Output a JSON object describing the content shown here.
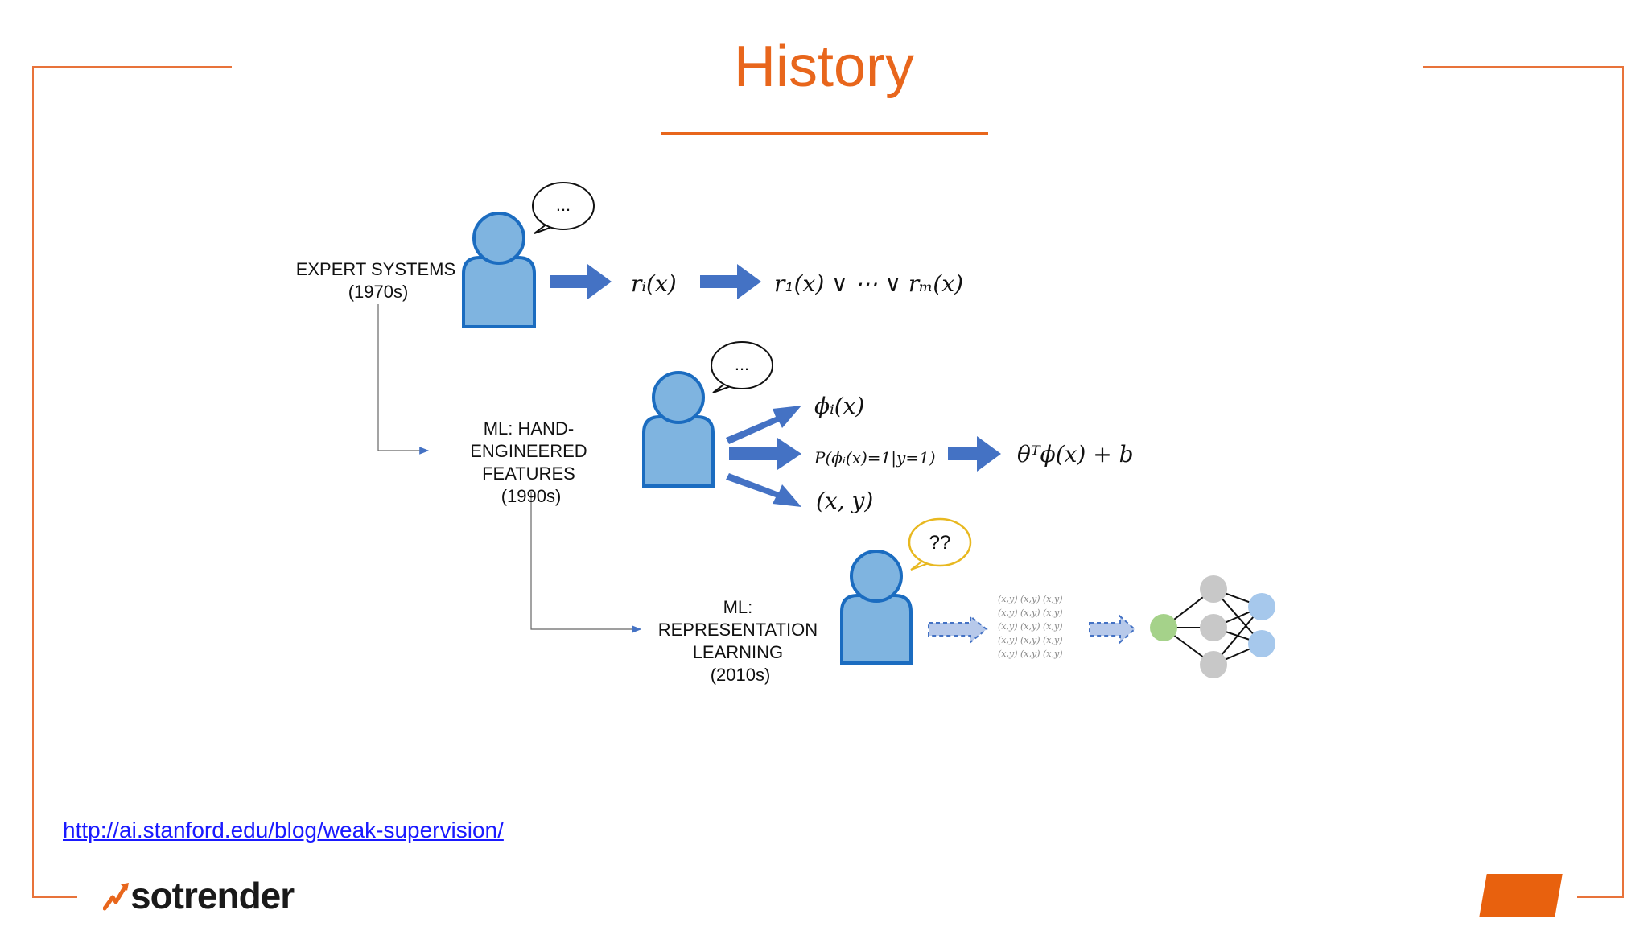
{
  "title": "History",
  "stages": [
    {
      "label_lines": [
        "EXPERT SYSTEMS",
        "(1970s)"
      ]
    },
    {
      "label_lines": [
        "ML: HAND-",
        "ENGINEERED",
        "FEATURES",
        "(1990s)"
      ]
    },
    {
      "label_lines": [
        "ML:",
        "REPRESENTATION",
        "LEARNING",
        "(2010s)"
      ]
    }
  ],
  "bubbles": [
    "...",
    "...",
    "??"
  ],
  "expressions": {
    "rule": "rᵢ(x)",
    "disjunction": "r₁(x) ∨ ⋯ ∨ rₘ(x)",
    "feature": "ϕᵢ(x)",
    "prob": "P(ϕᵢ(x)=1|y=1)",
    "pair": "(x, y)",
    "model": "θᵀϕ(x) + b"
  },
  "mini_grid": "(x,y) (x,y) (x,y)",
  "link": "http://ai.stanford.edu/blog/weak-supervision/",
  "logo": "sotrender",
  "colors": {
    "accent": "#e8661c",
    "person_fill": "#7fb4e0",
    "person_stroke": "#1b6cc0",
    "arrow": "#4472c4",
    "bubble_question": "#e8b820",
    "node_green": "#a5d28a",
    "node_gray": "#c8c8c8",
    "node_blue": "#a6c8ec"
  }
}
